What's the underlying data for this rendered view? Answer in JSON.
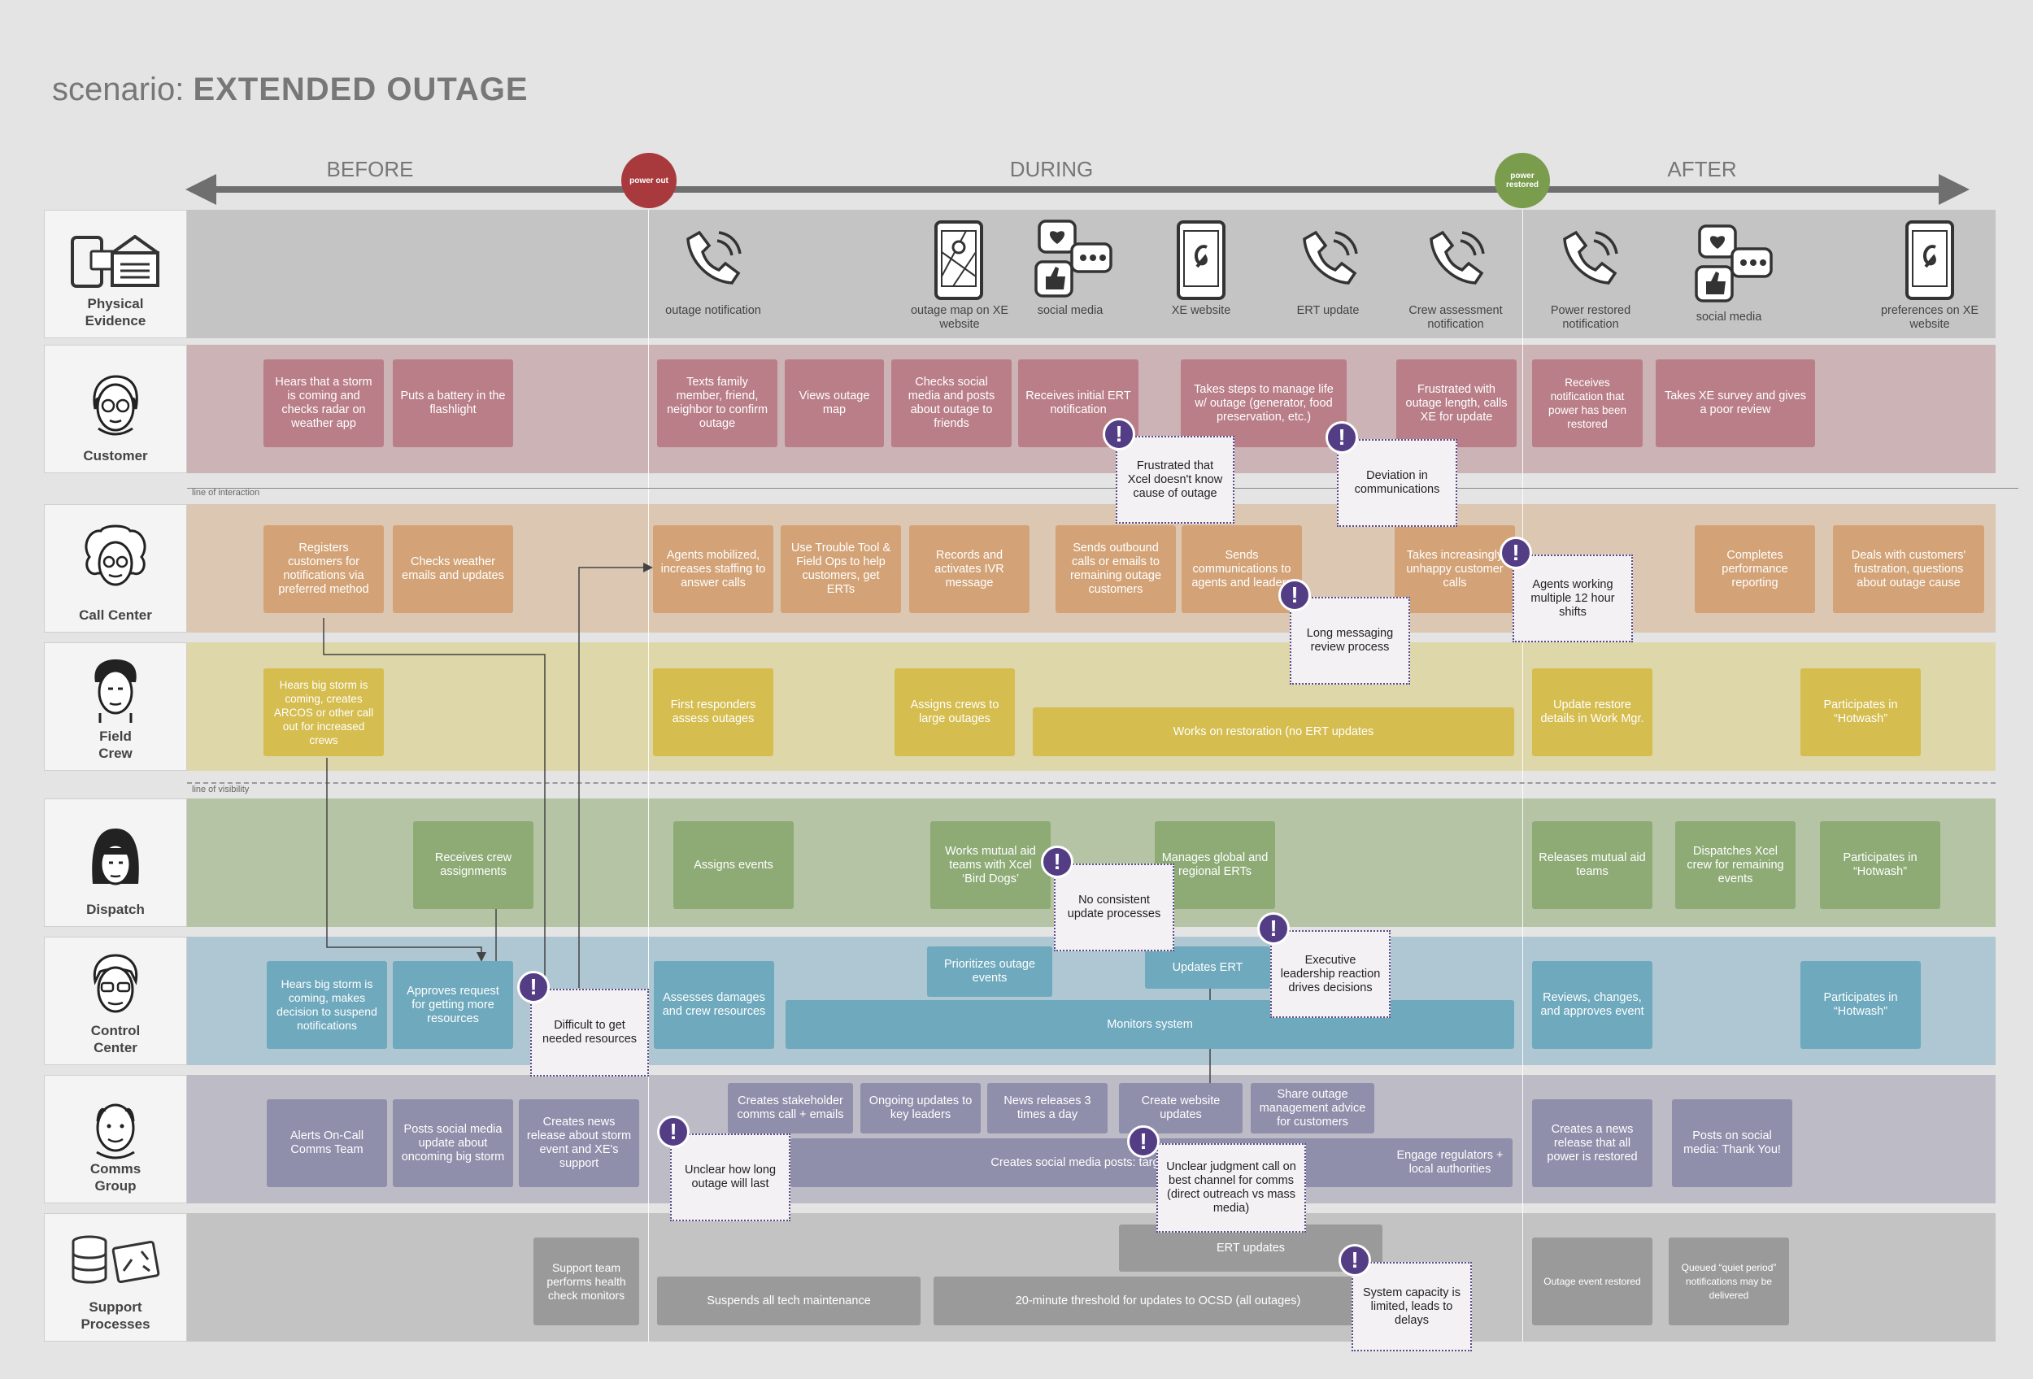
{
  "title": {
    "prefix": "scenario:",
    "main": "EXTENDED OUTAGE"
  },
  "phases": {
    "before": "BEFORE",
    "during": "DURING",
    "after": "AFTER"
  },
  "markers": {
    "power_out": "power out",
    "power_restored": "power restored"
  },
  "colors": {
    "power_out": "#a83a3e",
    "power_restored": "#7a9c4d",
    "pain_badge": "#533e85"
  },
  "separators": {
    "interaction": "line of interaction",
    "visibility": "line of visibility"
  },
  "lanes": {
    "physical": "Physical Evidence",
    "customer": "Customer",
    "callcenter": "Call Center",
    "fieldcrew": "Field Crew",
    "dispatch": "Dispatch",
    "control": "Control Center",
    "comms": "Comms Group",
    "support": "Support Processes"
  },
  "evidence": {
    "outage_notification": "outage notification",
    "outage_map": "outage map on XE website",
    "social_media_1": "social media",
    "xe_website": "XE website",
    "ert_update": "ERT update",
    "crew_assessment": "Crew assessment notification",
    "power_restored": "Power restored notification",
    "social_media_2": "social media",
    "preferences": "preferences on XE website"
  },
  "customer": {
    "c1": "Hears that a storm is coming and checks radar on weather app",
    "c2": "Puts a battery in the flashlight",
    "c3": "Texts family member, friend, neighbor to confirm outage",
    "c4": "Views outage map",
    "c5": "Checks social media and posts about outage to friends",
    "c6": "Receives initial ERT notification",
    "c7": "Takes steps to manage life w/ outage (generator, food preservation, etc.)",
    "c8": "Frustrated with outage length, calls XE for update",
    "c9": "Receives notification that power has been restored",
    "c10": "Takes XE survey and gives a poor review"
  },
  "callcenter": {
    "k1": "Registers customers for notifications via preferred method",
    "k2": "Checks weather emails and updates",
    "k3": "Agents mobilized, increases staffing to answer calls",
    "k4": "Use Trouble Tool & Field Ops to help customers, get ERTs",
    "k5": "Records and activates IVR message",
    "k6": "Sends outbound calls or emails to remaining outage customers",
    "k7": "Sends communications to agents and leaders",
    "k8": "Takes increasingly unhappy customer calls",
    "k9": "Completes performance reporting",
    "k10": "Deals with customers' frustration, questions about outage cause"
  },
  "fieldcrew": {
    "f1": "Hears big storm is coming, creates ARCOS or other call out for increased crews",
    "f2": "First responders assess outages",
    "f3": "Assigns crews to large outages",
    "f4": "Works on restoration (no ERT updates",
    "f5": "Update restore details in Work Mgr.",
    "f6": "Participates in “Hotwash”"
  },
  "dispatch": {
    "d1": "Receives crew assignments",
    "d2": "Assigns events",
    "d3": "Works mutual aid teams with Xcel ‘Bird Dogs’",
    "d4": "Manages global and regional ERTs",
    "d5": "Releases mutual aid teams",
    "d6": "Dispatches Xcel crew for remaining events",
    "d7": "Participates in “Hotwash”"
  },
  "control": {
    "o1": "Hears big storm is coming, makes decision to suspend notifications",
    "o2": "Approves request for getting more resources",
    "o3": "Assesses damages and crew resources",
    "o4": "Prioritizes outage events",
    "o5": "Updates ERT",
    "o6": "Monitors system",
    "o7": "Reviews, changes, and approves event",
    "o8": "Participates in “Hotwash”"
  },
  "comms": {
    "m1": "Alerts On-Call Comms Team",
    "m2": "Posts social media update about oncoming big storm",
    "m3": "Creates news release about storm event and XE's support",
    "m4": "Creates stakeholder comms call + emails",
    "m5": "Ongoing updates to key leaders",
    "m6": "News releases 3 times a day",
    "m7": "Create website updates",
    "m8": "Share outage management advice for customers",
    "m9": "Creates social media posts: targeted and organic",
    "m10": "Engage regulators + local authorities",
    "m11": "Creates a news release that all power is restored",
    "m12": "Posts on social media: Thank You!"
  },
  "support": {
    "s1": "Support team performs health check monitors",
    "s2": "Suspends all tech maintenance",
    "s3": "ERT updates",
    "s4": "20-minute threshold for updates to OCSD (all outages)",
    "s5": "Outage event restored",
    "s6": "Queued “quiet period” notifications may be delivered"
  },
  "pain_points": {
    "p1": "Frustrated that Xcel doesn't know cause of outage",
    "p2": "Deviation in communications",
    "p3": "Agents working multiple 12 hour shifts",
    "p4": "Long messaging review process",
    "p5": "No consistent update processes",
    "p6": "Executive leadership reaction drives decisions",
    "p7": "Difficult to get needed resources",
    "p8": "Unclear how long outage will last",
    "p9": "Unclear judgment call on best channel for comms (direct outreach vs mass media)",
    "p10": "System capacity is limited, leads to delays"
  },
  "pain_symbol": "!"
}
